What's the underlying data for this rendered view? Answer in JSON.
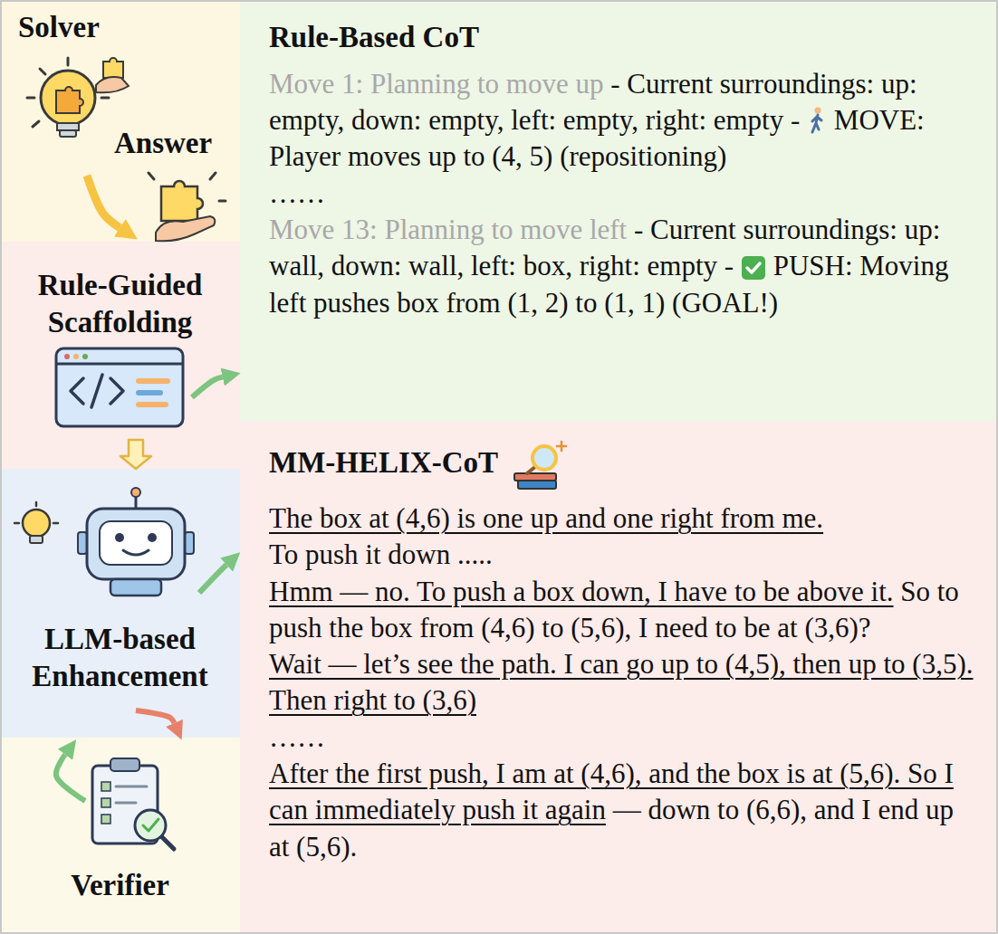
{
  "diagram": {
    "nodes": [
      {
        "text": [
          "Solver",
          "Answer"
        ]
      },
      {
        "text": [
          "Rule-Guided Scaffolding"
        ]
      },
      {
        "text": [
          "Rule-Based CoT",
          "Move 1: Planning to move up",
          "- Current surroundings: up: empty, down: empty, left: empty, right: empty -",
          "MOVE: Player moves up to (4, 5) (repositioning)",
          "……",
          "Move 13: Planning to move left",
          "- Current surroundings: up: wall, down: wall, left: box, right: empty -",
          "PUSH: Moving left pushes box from (1, 2) to (1, 1) (GOAL!)"
        ]
      },
      {
        "text": [
          "LLM-based Enhancement"
        ]
      },
      {
        "text": [
          "MM-HELIX-CoT",
          "The box at (4,6) is one up and one right from me.",
          "To push it down .....",
          "Hmm — no. To push a box down, I have to be above it.",
          "So to push the box from (4,6) to (5,6), I need to be at (3,6)?",
          "Wait — let’s see the path. I can go up to (4,5), then up to (3,5). Then right to (3,6)",
          "……",
          "After the first push, I am at (4,6), and the box is at (5,6). So I can immediately push it again",
          "— down to (6,6), and I end up at (5,6)."
        ]
      },
      {
        "text": [
          "Verifier"
        ]
      }
    ],
    "edges": [
      {
        "from": 0,
        "to": 1,
        "arrow": "to"
      },
      {
        "from": 1,
        "to": 2,
        "arrow": "to"
      },
      {
        "from": 1,
        "to": 3,
        "arrow": "to"
      },
      {
        "from": 3,
        "to": 4,
        "arrow": "to"
      },
      {
        "from": 5,
        "to": 3,
        "arrow": "to"
      },
      {
        "from": 3,
        "to": 5,
        "arrow": "to"
      }
    ]
  }
}
